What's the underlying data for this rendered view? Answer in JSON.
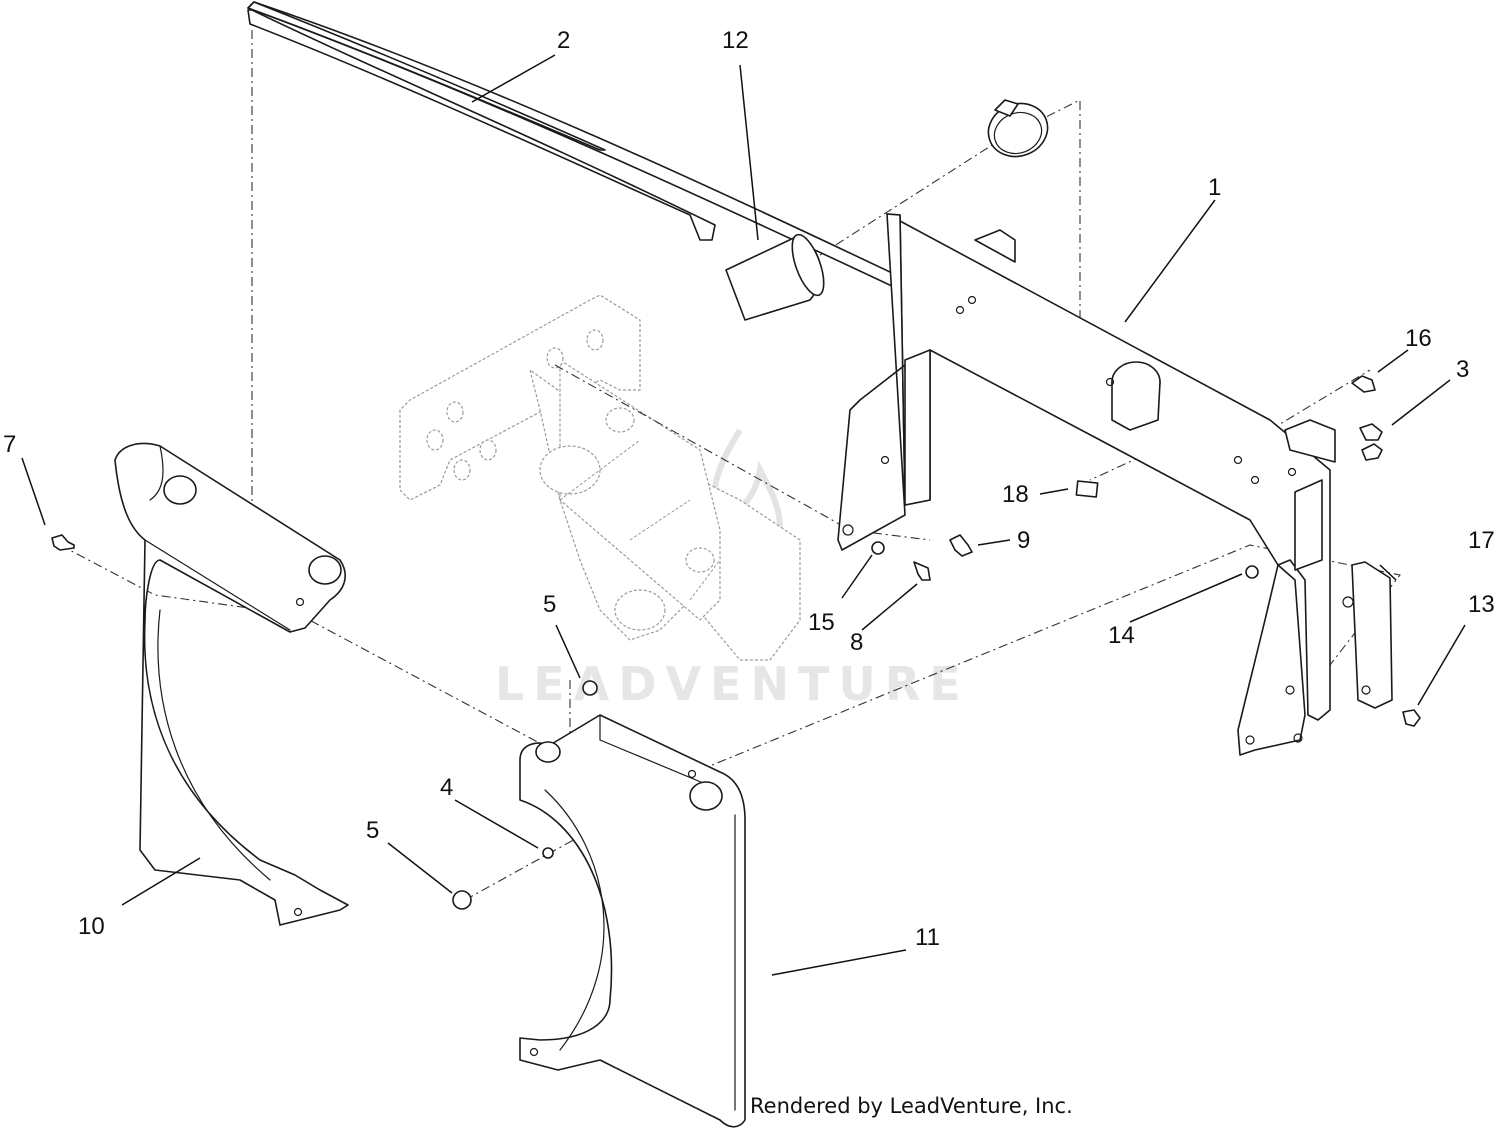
{
  "watermark": {
    "text": "LEADVENTURE"
  },
  "credit": {
    "text": "Rendered by LeadVenture, Inc."
  },
  "callouts": {
    "c1": "1",
    "c2": "2",
    "c3": "3",
    "c4": "4",
    "c5a": "5",
    "c5b": "5",
    "c7": "7",
    "c8": "8",
    "c9": "9",
    "c10": "10",
    "c11": "11",
    "c12": "12",
    "c13": "13",
    "c14": "14",
    "c15": "15",
    "c16": "16",
    "c17": "17",
    "c18": "18"
  }
}
